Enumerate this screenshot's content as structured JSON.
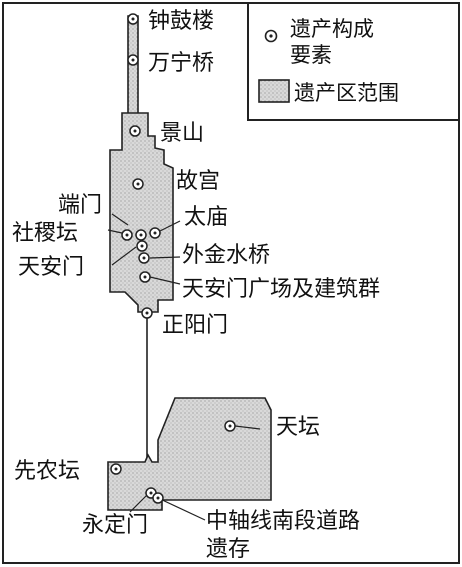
{
  "legend": {
    "element_label_line1": "遗产构成",
    "element_label_line2": "要素",
    "zone_label": "遗产区范围",
    "element_icon": "circle-dot-icon",
    "zone_icon": "stippled-rect-icon"
  },
  "places": {
    "zhonggulou": "钟鼓楼",
    "wanningqiao": "万宁桥",
    "jingshan": "景山",
    "gugong": "故宫",
    "duanmen": "端门",
    "taimiao": "太庙",
    "shejitan": "社稷坛",
    "tiananmen": "天安门",
    "waijinshuiqiao": "外金水桥",
    "guangchang": "天安门广场及建筑群",
    "zhengyangmen": "正阳门",
    "tiantan": "天坛",
    "xiannongtan": "先农坛",
    "yongdingmen": "永定门",
    "nanduan_line1": "中轴线南段道路",
    "nanduan_line2": "遗存"
  },
  "colors": {
    "outline": "#222222",
    "zone_fill": "#d9d9d9",
    "background": "#ffffff"
  }
}
